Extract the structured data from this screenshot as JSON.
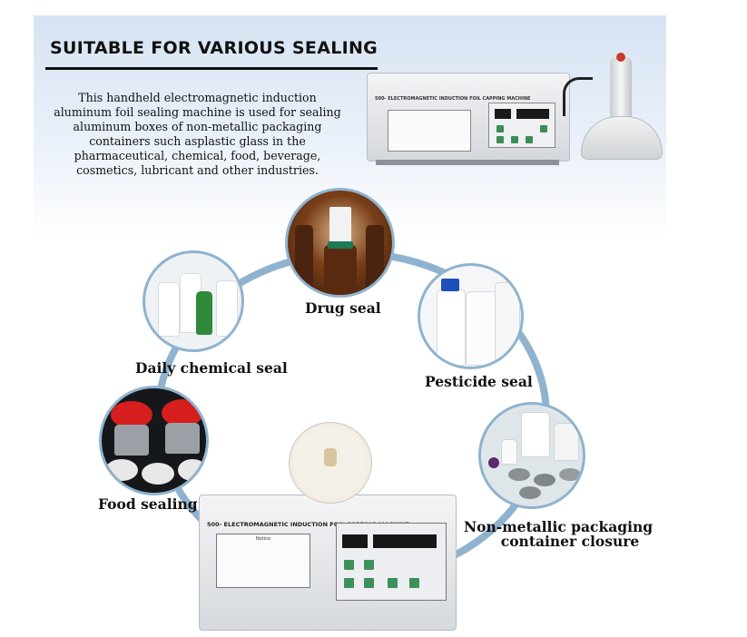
{
  "header": {
    "title": "SUITABLE FOR VARIOUS SEALING",
    "description": "This handheld electromagnetic induction aluminum foil sealing machine is used for sealing aluminum boxes of non-metallic packaging containers such asplastic glass in the pharmaceutical, chemical, food, beverage, cosmetics, lubricant and other industries."
  },
  "machine": {
    "panel_title": "ELECTROMAGNETIC INDUCTION FOIL CAPPING MACHINE",
    "model": "500-",
    "notice": "Notice"
  },
  "applications": [
    {
      "label": "Drug seal"
    },
    {
      "label": "Daily chemical seal"
    },
    {
      "label": "Pesticide seal"
    },
    {
      "label": "Food sealing"
    },
    {
      "label": "Non-metallic packaging",
      "label2": "container closure"
    }
  ],
  "colors": {
    "ring": "#8fb3cf",
    "banner": "#d7e3f3",
    "indicator_green": "#3c9059"
  }
}
